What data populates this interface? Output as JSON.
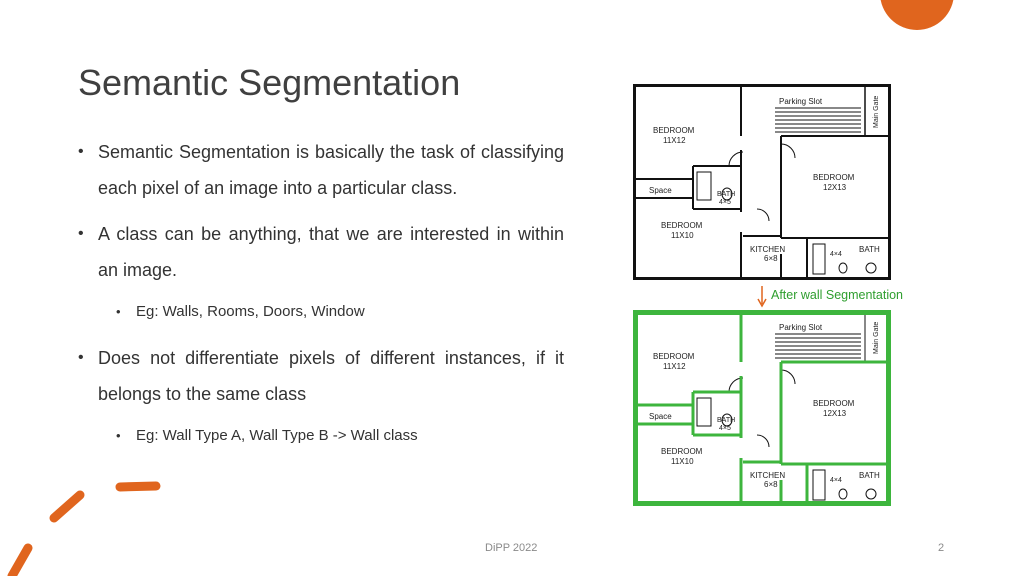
{
  "slide": {
    "title": "Semantic Segmentation",
    "bullets": [
      {
        "text": "Semantic Segmentation is basically the task of classifying each pixel of an image into a particular class."
      },
      {
        "text": "A class can be anything, that we are interested in within an image.",
        "sub": "Eg: Walls, Rooms, Doors, Window"
      },
      {
        "text": "Does not differentiate pixels of different instances, if it belongs to the same class",
        "sub": "Eg: Wall Type A, Wall Type B -> Wall class"
      }
    ],
    "caption": "After wall Segmentation",
    "footer": {
      "center": "DiPP 2022",
      "page": "2"
    }
  },
  "floorplan_labels": {
    "parking": "Parking Slot",
    "gate": "Main Gate",
    "bedroom1": "BEDROOM",
    "bedroom1_size": "11X12",
    "bedroom2": "BEDROOM",
    "bedroom2_size": "12X13",
    "bedroom3": "BEDROOM",
    "bedroom3_size": "11X10",
    "space": "Space",
    "bath1": "BATH",
    "bath1_size": "4×5",
    "kitchen": "KITCHEN",
    "kitchen_size": "6×8",
    "bath2": "BATH",
    "bath2_size": "4×4"
  },
  "colors": {
    "accent": "#E0651E",
    "wall_segment": "#3DB53D",
    "caption": "#2E9E2E"
  }
}
